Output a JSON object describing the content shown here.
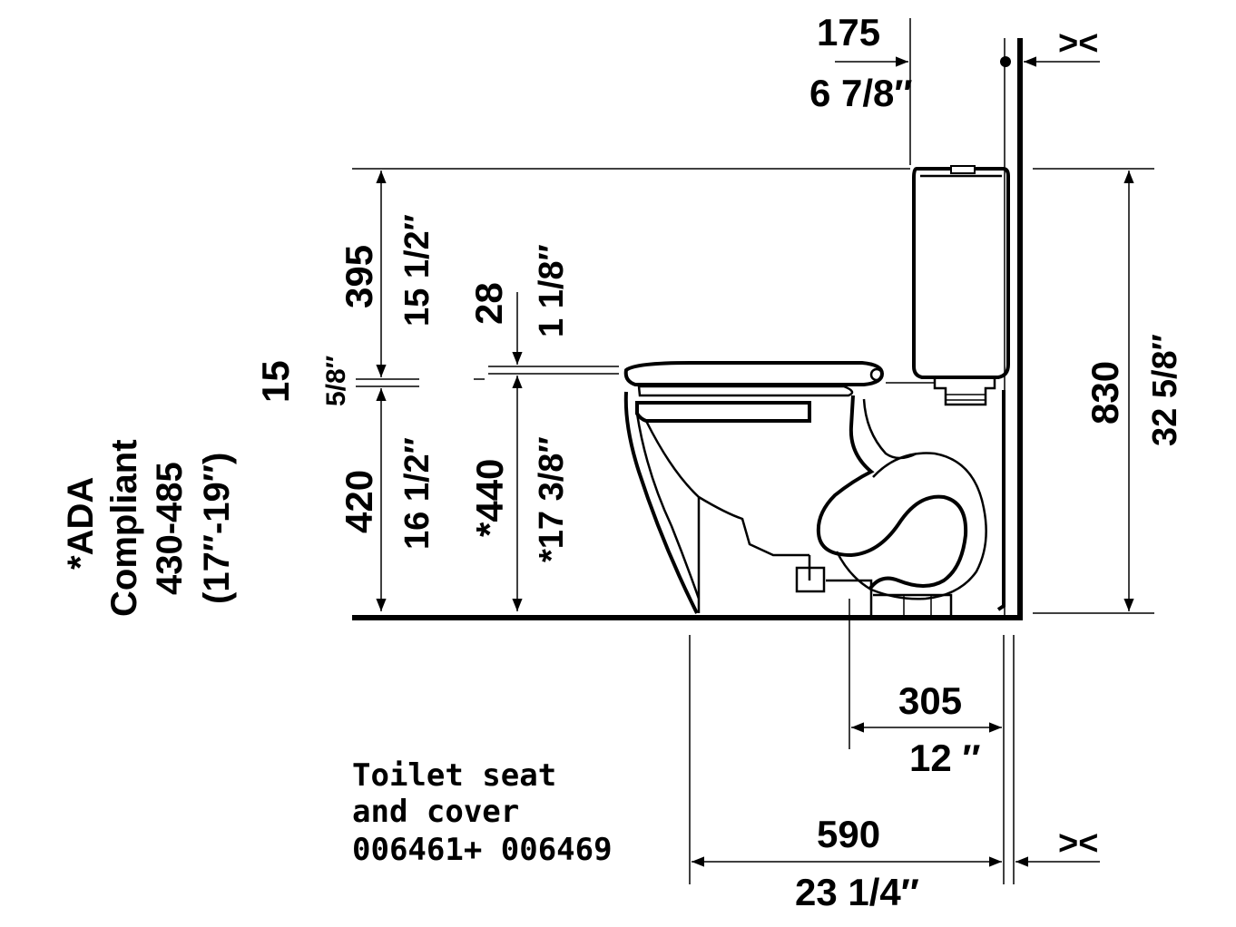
{
  "dimensions": {
    "top_offset_mm": "175",
    "top_offset_in": "6 7/8″",
    "tank_height_mm": "395",
    "tank_height_in": "15 1/2″",
    "seat_thickness_mm": "28",
    "seat_thickness_in": "1 1/8″",
    "rim_gap_mm": "15",
    "rim_gap_in": "5/8″",
    "rim_height_mm": "420",
    "rim_height_in": "16 1/2″",
    "seat_height_mm": "*440",
    "seat_height_in": "*17 3/8″",
    "overall_height_mm": "830",
    "overall_height_in": "32 5/8″",
    "rough_in_mm": "305",
    "rough_in_in": "12 ″",
    "depth_mm": "590",
    "depth_in": "23 1/4″"
  },
  "ada_note": {
    "line1": "*ADA",
    "line2": "Compliant",
    "line3": "430-485",
    "line4": "(17″-19″)"
  },
  "seat_note": {
    "line1": "Toilet seat",
    "line2": "and cover",
    "line3": "006461+ 006469"
  },
  "wall_gap_symbol": "><"
}
